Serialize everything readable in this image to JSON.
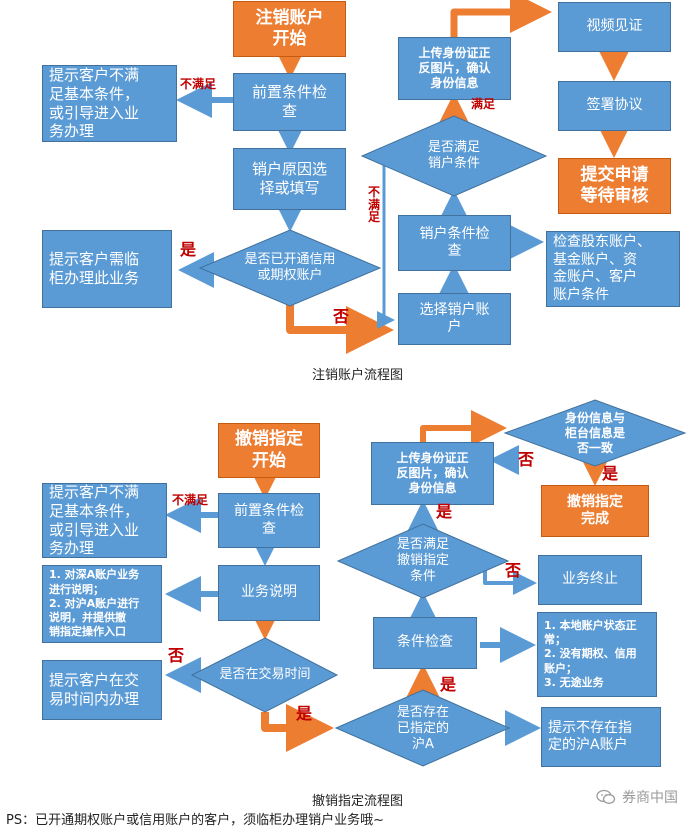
{
  "flow1": {
    "start": "注销账户\n开始",
    "precondition": "前置条件检\n查",
    "not_meet_tip": "提示客户不满\n足基本条件，\n或引导进入业\n务办理",
    "reason": "销户原因选\n择或填写",
    "opened_decision": "是否已开通信用\n或期权账户",
    "counter_tip": "提示客户需临\n柜办理此业务",
    "select_account": "选择销户账\n户",
    "condition_check": "销户条件检\n查",
    "check_accounts": "检查股东账户、\n基金账户、资\n金账户、客户\n账户条件",
    "meet_decision": "是否满足\n销户条件",
    "upload_id": "上传身份证正\n反图片，确认\n身份信息",
    "video": "视频见证",
    "sign": "签署协议",
    "submit": "提交申请\n等待审核",
    "caption": "注销账户流程图"
  },
  "flow2": {
    "start": "撤销指定\n开始",
    "precondition": "前置条件检\n查",
    "not_meet_tip": "提示客户不满\n足基本条件，\n或引导进入业\n务办理",
    "business_desc": "业务说明",
    "desc_note": "1. 对深A账户业务\n进行说明；\n2. 对沪A账户进行\n说明，并提供撤\n销指定操作入口",
    "trading_time_decision": "是否在交易时间",
    "trading_time_tip": "提示客户在交\n易时间内办理",
    "designated_decision": "是否存在\n已指定的\n沪A",
    "no_designated_tip": "提示不存在指\n定的沪A账户",
    "condition_check": "条件检查",
    "check_note": "1. 本地账户状态正\n常；\n2. 没有期权、信用\n账户；\n3. 无途业务",
    "meet_decision": "是否满足\n撤销指定\n条件",
    "terminate": "业务终止",
    "upload_id": "上传身份证正\n反图片，确认\n身份信息",
    "identity_decision": "身份信息与\n柜台信息是\n否一致",
    "complete": "撤销指定\n完成",
    "caption": "撤销指定流程图"
  },
  "labels": {
    "not_satisfied": "不满足",
    "not_satisfied_vertical": "不\n满\n足",
    "satisfied": "满足",
    "yes": "是",
    "no": "否"
  },
  "footer": {
    "ps": "PS：已开通期权账户或信用账户的客户，须临柜办理销户业务哦~",
    "brand": "券商中国"
  },
  "colors": {
    "box_blue": "#5b9bd5",
    "box_border": "#41719c",
    "orange": "#ed7d31",
    "label_red": "#c00000"
  }
}
